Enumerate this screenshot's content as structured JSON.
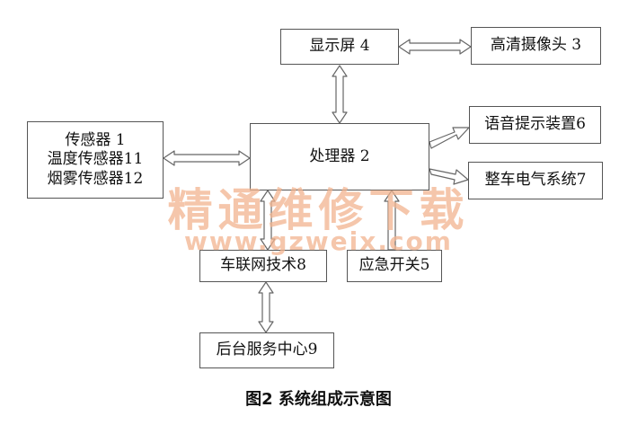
{
  "diagram": {
    "nodes": {
      "display": "显示屏 4",
      "camera": "高清摄像头 3",
      "sensors": [
        "传感器 1",
        "温度传感器11",
        "烟雾传感器12"
      ],
      "processor": "处理器 2",
      "voice": "语音提示装置6",
      "vehicle_electric": "整车电气系统7",
      "iov": "车联网技术8",
      "emergency_switch": "应急开关5",
      "service_center": "后台服务中心9"
    },
    "edges": [
      {
        "from": "display",
        "to": "camera",
        "direction": "both"
      },
      {
        "from": "display",
        "to": "processor",
        "direction": "both"
      },
      {
        "from": "sensors",
        "to": "processor",
        "direction": "both"
      },
      {
        "from": "processor",
        "to": "voice",
        "direction": "forward"
      },
      {
        "from": "processor",
        "to": "vehicle_electric",
        "direction": "forward"
      },
      {
        "from": "processor",
        "to": "iov",
        "direction": "both"
      },
      {
        "from": "emergency_switch",
        "to": "processor",
        "direction": "forward"
      },
      {
        "from": "iov",
        "to": "service_center",
        "direction": "both"
      }
    ]
  },
  "watermark": {
    "text": "精通维修下载",
    "url": "www.gzweix.com"
  },
  "caption": "图2  系统组成示意图",
  "colors": {
    "border": "#555555",
    "arrow": "#666666",
    "watermark": "#f2b48f"
  }
}
